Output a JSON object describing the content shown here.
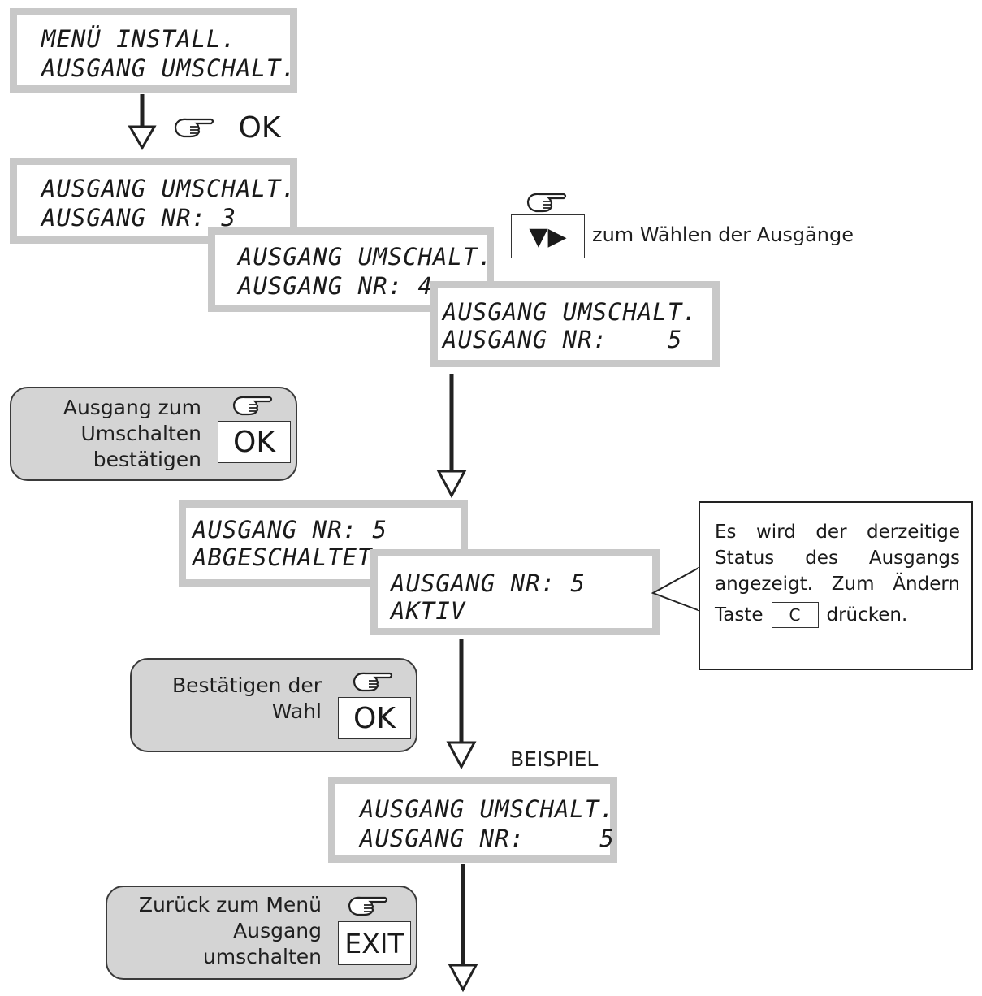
{
  "screens": {
    "s1": {
      "line1": "MENÜ INSTALL.",
      "line2": "AUSGANG UMSCHALT."
    },
    "s2": {
      "line1": "AUSGANG UMSCHALT.",
      "line2": "AUSGANG NR: 3"
    },
    "s3": {
      "line1": "AUSGANG UMSCHALT.",
      "line2": "AUSGANG NR: 4"
    },
    "s4": {
      "line1": "AUSGANG UMSCHALT.",
      "line2": "AUSGANG NR:    5"
    },
    "s5": {
      "line1": "AUSGANG NR: 5",
      "line2": "ABGESCHALTET"
    },
    "s6": {
      "line1": "AUSGANG NR: 5",
      "line2": "AKTIV"
    },
    "s7": {
      "line1": "AUSGANG UMSCHALT.",
      "line2": "AUSGANG NR:     5"
    }
  },
  "keys": {
    "ok": "OK",
    "arrows": "▼▶",
    "c": "C",
    "exit": "EXIT"
  },
  "hints": {
    "arrows": "zum Wählen der Ausgänge",
    "example": "BEISPIEL"
  },
  "steps": {
    "confirm_output": {
      "line1": "Ausgang zum",
      "line2": "Umschalten",
      "line3": "bestätigen"
    },
    "confirm_choice": {
      "line1": "Bestätigen der",
      "line2": "Wahl"
    },
    "back": {
      "line1": "Zurück zum Menü",
      "line2": "Ausgang",
      "line3": "umschalten"
    }
  },
  "callout": {
    "line1": "Es wird der derzeitige",
    "line2": "Status des Ausgangs",
    "line3": "angezeigt. Zum Ändern",
    "line4_before": "Taste",
    "line4_after": "drücken."
  }
}
